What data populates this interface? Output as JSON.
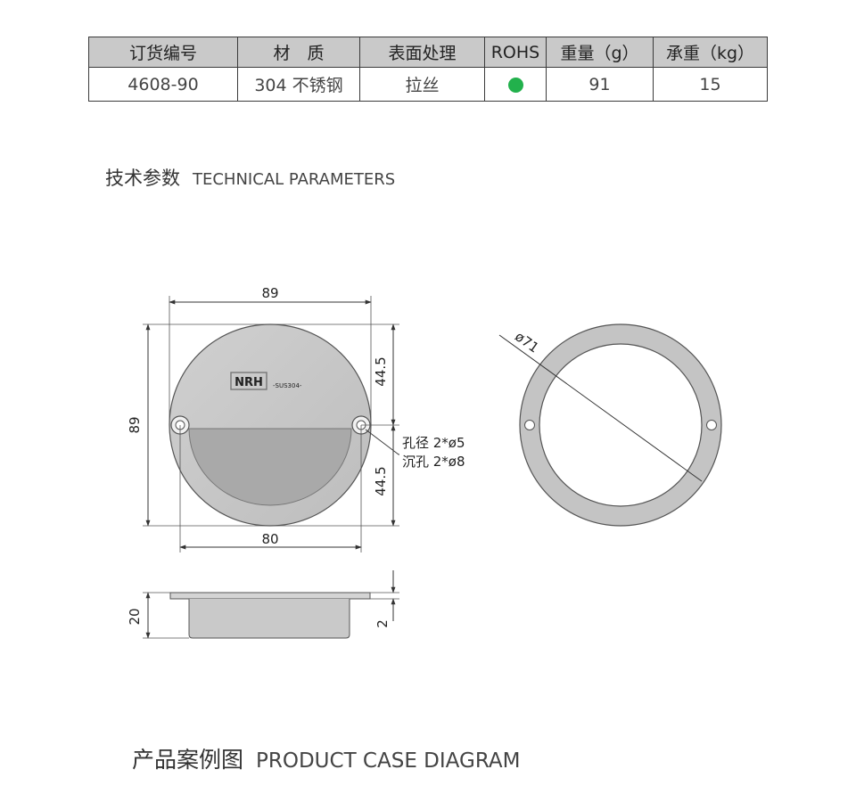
{
  "table": {
    "headers": [
      "订货编号",
      "材　质",
      "表面处理",
      "ROHS",
      "重量（g）",
      "承重（kg）"
    ],
    "row": [
      "4608-90",
      "304 不锈钢",
      "拉丝",
      "",
      "91",
      "15"
    ],
    "rohs_color": "#22b14c"
  },
  "technical": {
    "title_cn": "技术参数",
    "title_en": "TECHNICAL PARAMETERS"
  },
  "drawing": {
    "dim_width": "89",
    "dim_height": "89",
    "dim_half_top": "44.5",
    "dim_half_bottom": "44.5",
    "dim_hole_span": "80",
    "hole_label": "孔径 2*ø5",
    "countersink_label": "沉孔 2*ø8",
    "logo_text": "NRH",
    "logo_sub": "-SUS304-",
    "ring_dim": "ø71",
    "side_height": "20",
    "side_flange": "2"
  },
  "case": {
    "title_cn": "产品案例图",
    "title_en": "PRODUCT CASE DIAGRAM"
  }
}
